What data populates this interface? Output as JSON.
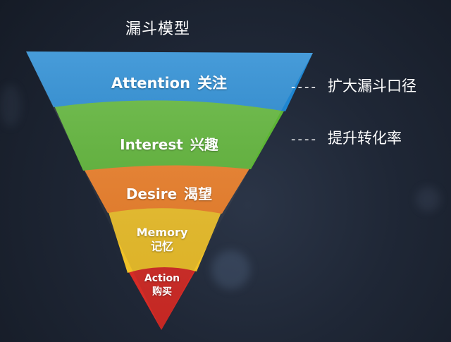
{
  "title": "漏斗模型",
  "funnel": {
    "layers": [
      {
        "en": "Attention",
        "cn": "关注",
        "color": "#1f86d1"
      },
      {
        "en": "Interest",
        "cn": "兴趣",
        "color": "#5cb534"
      },
      {
        "en": "Desire",
        "cn": "渴望",
        "color": "#f07f26"
      },
      {
        "en": "Memory",
        "cn": "记忆",
        "color": "#f0c228"
      },
      {
        "en": "Action",
        "cn": "购买",
        "color": "#d62b26"
      }
    ]
  },
  "notes": [
    {
      "dash": "----",
      "text": "扩大漏斗口径"
    },
    {
      "dash": "----",
      "text": "提升转化率"
    }
  ]
}
